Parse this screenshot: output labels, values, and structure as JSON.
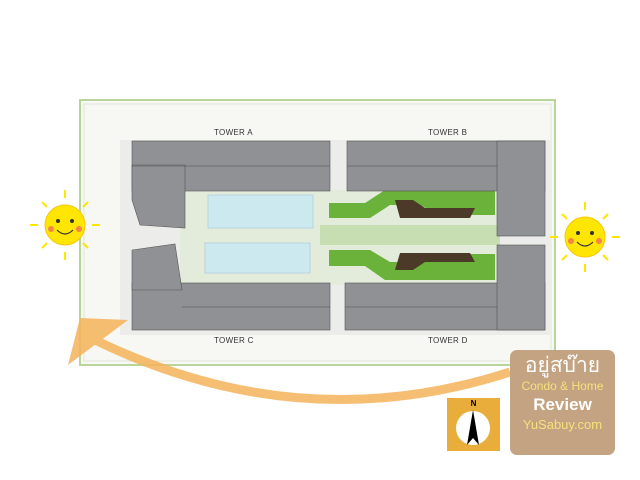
{
  "site_plan": {
    "towers": [
      {
        "label": "TOWER A"
      },
      {
        "label": "TOWER B"
      },
      {
        "label": "TOWER C"
      },
      {
        "label": "TOWER D"
      }
    ],
    "compass": {
      "label": "N"
    },
    "colors": {
      "building": "#8f9194",
      "pool": "#cde9f0",
      "lawn": "#6ab23a",
      "arrow": "#f5b35a",
      "sun": "#ffe600"
    }
  },
  "logo": {
    "thai_name": "อยู่สบ๊าย",
    "line2": "Condo & Home",
    "line3": "Review",
    "line4": "YuSabuy.com"
  }
}
